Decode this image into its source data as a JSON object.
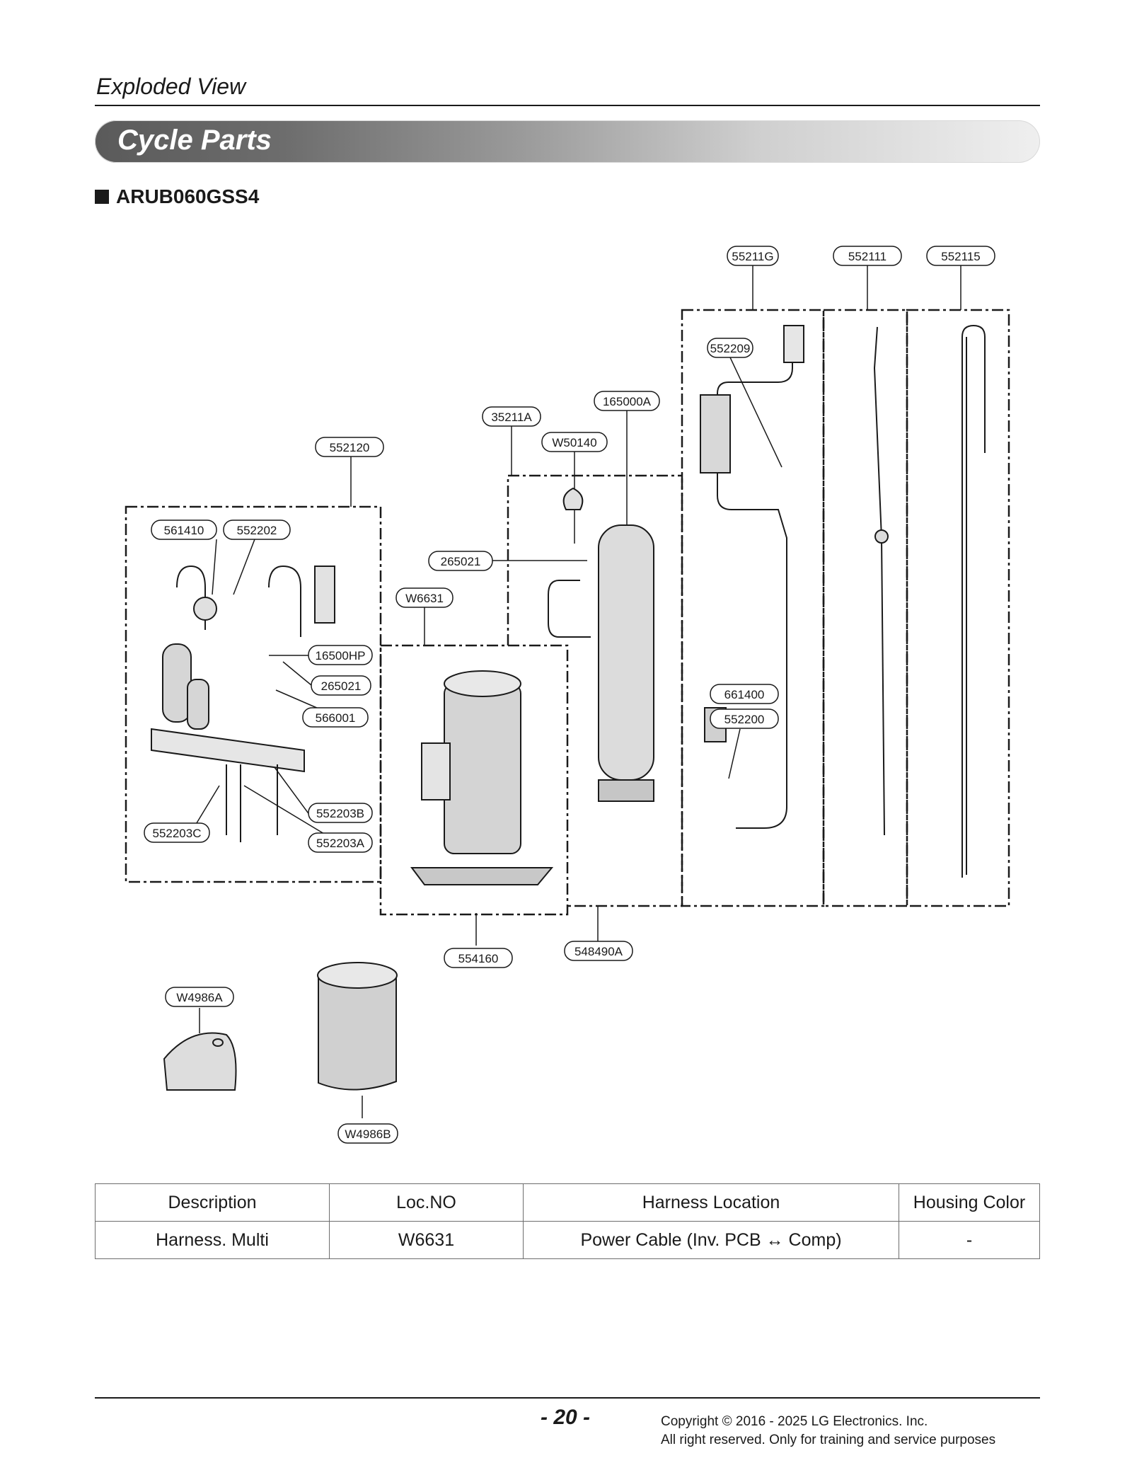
{
  "header": {
    "section": "Exploded View",
    "banner_title": "Cycle Parts",
    "model": "ARUB060GSS4"
  },
  "callouts": {
    "c55211G": "55211G",
    "c552111": "552111",
    "c552115": "552115",
    "c552209": "552209",
    "c165000A": "165000A",
    "c35211A": "35211A",
    "cW50140": "W50140",
    "c552120": "552120",
    "c561410": "561410",
    "c552202": "552202",
    "c265021a": "265021",
    "cW6631": "W6631",
    "c16500HP": "16500HP",
    "c265021b": "265021",
    "c566001": "566001",
    "c661400": "661400",
    "c552200": "552200",
    "c552203B": "552203B",
    "c552203C": "552203C",
    "c552203A": "552203A",
    "c554160": "554160",
    "c548490A": "548490A",
    "cW4986A": "W4986A",
    "cW4986B": "W4986B"
  },
  "table": {
    "headers": [
      "Description",
      "Loc.NO",
      "Harness Location",
      "Housing Color"
    ],
    "rows": [
      [
        "Harness. Multi",
        "W6631",
        "Power Cable (Inv. PCB ↔ Comp)",
        "-"
      ]
    ]
  },
  "footer": {
    "page": "- 20 -",
    "copyright_line1": "Copyright © 2016 - 2025 LG Electronics. Inc.",
    "copyright_line2": "All right reserved. Only for training and service purposes"
  }
}
